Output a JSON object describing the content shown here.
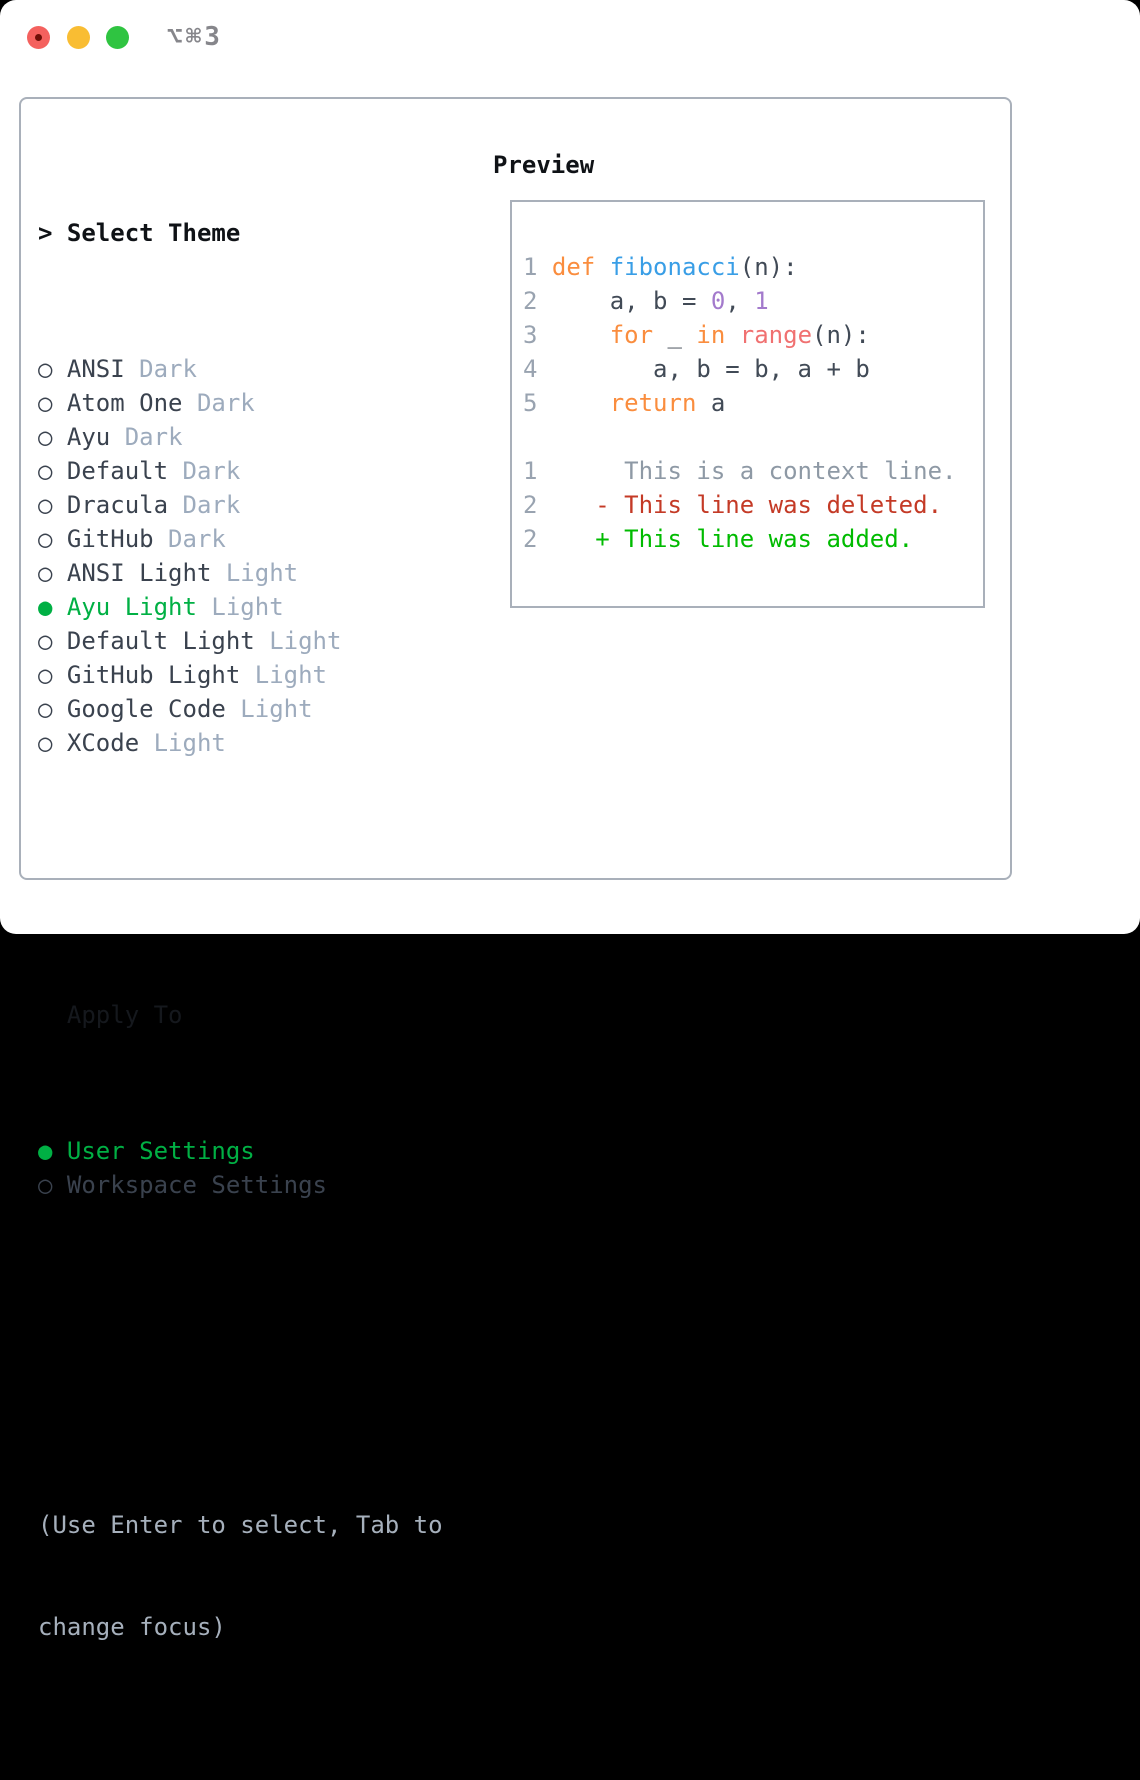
{
  "window": {
    "shortcut": "⌥⌘3"
  },
  "icons": {
    "radio_on": "●",
    "radio_off": "○",
    "caret": "> "
  },
  "colors": {
    "selection_green": "#00b044",
    "diff_added_green": "#00bb00",
    "diff_deleted_red": "#c43a26",
    "keyword_orange": "#fa8d3e",
    "function_blue": "#399ee6",
    "constant_purple": "#a37acc",
    "builtin_coral": "#f07171",
    "muted_gray": "#9dabbd",
    "border_gray": "#a9b0ba",
    "traffic_red": "#f4615e",
    "traffic_yellow": "#f9bd33",
    "traffic_green": "#2fc441"
  },
  "left": {
    "heading_prefix": "> ",
    "heading": "Select Theme",
    "themes": [
      {
        "name": "ANSI",
        "variant": "Dark",
        "selected": false
      },
      {
        "name": "Atom One",
        "variant": "Dark",
        "selected": false
      },
      {
        "name": "Ayu",
        "variant": "Dark",
        "selected": false
      },
      {
        "name": "Default",
        "variant": "Dark",
        "selected": false
      },
      {
        "name": "Dracula",
        "variant": "Dark",
        "selected": false
      },
      {
        "name": "GitHub",
        "variant": "Dark",
        "selected": false
      },
      {
        "name": "ANSI Light",
        "variant": "Light",
        "selected": false
      },
      {
        "name": "Ayu Light",
        "variant": "Light",
        "selected": true
      },
      {
        "name": "Default Light",
        "variant": "Light",
        "selected": false
      },
      {
        "name": "GitHub Light",
        "variant": "Light",
        "selected": false
      },
      {
        "name": "Google Code",
        "variant": "Light",
        "selected": false
      },
      {
        "name": "XCode",
        "variant": "Light",
        "selected": false
      }
    ],
    "apply": {
      "heading": "Apply To",
      "options": [
        {
          "label": "User Settings",
          "selected": true
        },
        {
          "label": "Workspace Settings",
          "selected": false
        }
      ]
    },
    "hint_lines": [
      "(Use Enter to select, Tab to",
      "change focus)"
    ]
  },
  "preview": {
    "title": "Preview",
    "code_lines": [
      {
        "segments": [
          {
            "t": "1 ",
            "s": "ln"
          },
          {
            "t": "def ",
            "s": "kw"
          },
          {
            "t": "fibonacci",
            "s": "fn"
          },
          {
            "t": "(n):",
            "s": "tx"
          }
        ]
      },
      {
        "segments": [
          {
            "t": "2 ",
            "s": "ln"
          },
          {
            "t": "    a, b = ",
            "s": "tx"
          },
          {
            "t": "0",
            "s": "cn"
          },
          {
            "t": ", ",
            "s": "tx"
          },
          {
            "t": "1",
            "s": "cn"
          }
        ]
      },
      {
        "segments": [
          {
            "t": "3 ",
            "s": "ln"
          },
          {
            "t": "    ",
            "s": "tx"
          },
          {
            "t": "for",
            "s": "kw"
          },
          {
            "t": " _ ",
            "s": "tx"
          },
          {
            "t": "in",
            "s": "kw"
          },
          {
            "t": " ",
            "s": "tx"
          },
          {
            "t": "range",
            "s": "rg"
          },
          {
            "t": "(n):",
            "s": "tx"
          }
        ]
      },
      {
        "segments": [
          {
            "t": "4 ",
            "s": "ln"
          },
          {
            "t": "       a, b = b, a + b",
            "s": "tx"
          }
        ]
      },
      {
        "segments": [
          {
            "t": "5 ",
            "s": "ln"
          },
          {
            "t": "    ",
            "s": "tx"
          },
          {
            "t": "return",
            "s": "kw"
          },
          {
            "t": " a",
            "s": "tx"
          }
        ]
      },
      {
        "segments": []
      },
      {
        "segments": [
          {
            "t": "1",
            "s": "ln"
          },
          {
            "t": "      This is a context line.",
            "s": "ctx"
          }
        ]
      },
      {
        "segments": [
          {
            "t": "2",
            "s": "ln"
          },
          {
            "t": "    - This line was deleted.",
            "s": "del"
          }
        ]
      },
      {
        "segments": [
          {
            "t": "2",
            "s": "ln"
          },
          {
            "t": "    + This line was added.",
            "s": "add"
          }
        ]
      }
    ]
  }
}
